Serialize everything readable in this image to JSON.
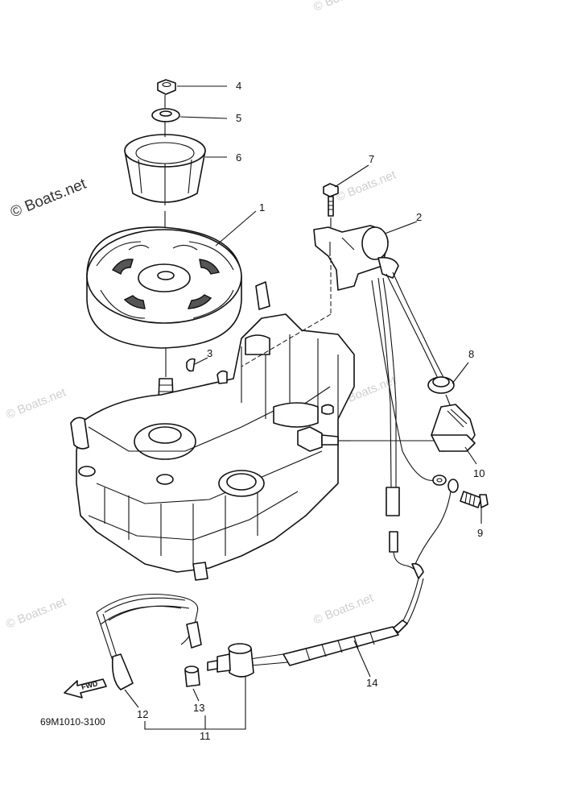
{
  "watermark": {
    "main": "© Boats.net",
    "faint": "© Boats.net"
  },
  "diagram_code": "69M1010-3100",
  "direction_label": "FWD",
  "callouts": {
    "c1": "1",
    "c2": "2",
    "c3": "3",
    "c4": "4",
    "c5": "5",
    "c6": "6",
    "c7": "7",
    "c8": "8",
    "c9": "9",
    "c10": "10",
    "c11": "11",
    "c12": "12",
    "c13": "13",
    "c14": "14"
  }
}
